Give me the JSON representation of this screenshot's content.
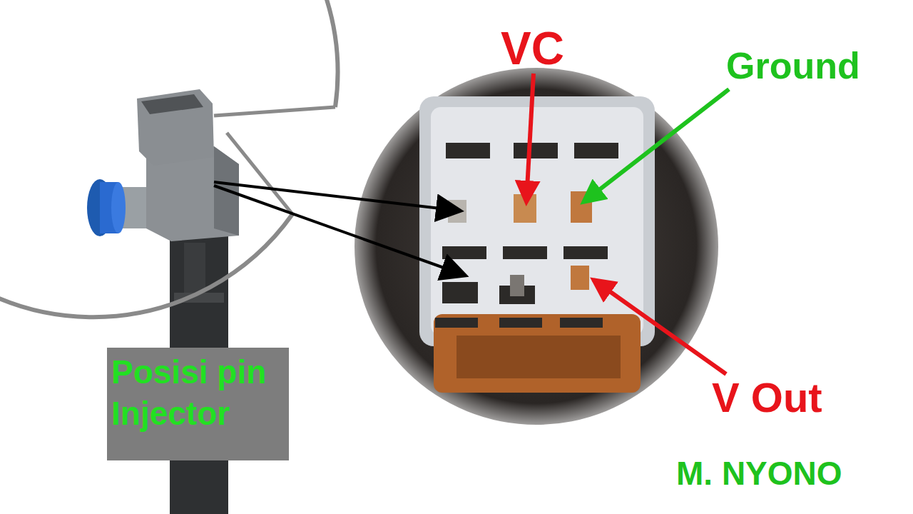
{
  "diagram": {
    "nodes": [
      {
        "text": [
          "Posisi pin Injector"
        ]
      }
    ],
    "labels": [
      "VC",
      "Ground",
      "V Out",
      "M. NYONO"
    ]
  }
}
